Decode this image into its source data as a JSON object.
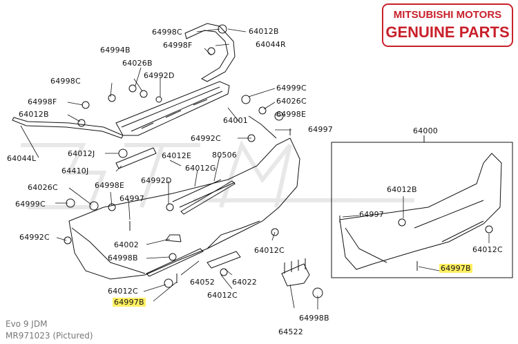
{
  "badge": {
    "line1": "MITSUBISHI MOTORS",
    "line2": "GENUINE PARTS"
  },
  "labels": {
    "l64998C_top": "64998C",
    "l64012B_top": "64012B",
    "l64994B": "64994B",
    "l64998F_top": "64998F",
    "l64044R": "64044R",
    "l64026B": "64026B",
    "l64992D_top": "64992D",
    "l64998C_left": "64998C",
    "l64998F_left": "64998F",
    "l64012B_left": "64012B",
    "l64999C_right": "64999C",
    "l64026C_right": "64026C",
    "l64998E_right": "64998E",
    "l64001": "64001",
    "l64997_right": "64997",
    "l64992C_mid": "64992C",
    "l64044L": "64044L",
    "l64012J": "64012J",
    "l64012E": "64012E",
    "l80506": "80506",
    "l64410J": "64410J",
    "l64012G": "64012G",
    "l64026C_left": "64026C",
    "l64998E_left": "64998E",
    "l64992D_mid": "64992D",
    "l64997_left": "64997",
    "l64999C_left": "64999C",
    "l64992C_left": "64992C",
    "l64002": "64002",
    "l64012C_mid": "64012C",
    "l64998B_left": "64998B",
    "l64012C_low": "64012C",
    "l64052": "64052",
    "l64022": "64022",
    "l64012C_bot": "64012C",
    "l64997B_left": "64997B",
    "l64522": "64522",
    "l64998B_bot": "64998B",
    "l64000": "64000",
    "l64012B_inset": "64012B",
    "l64997_inset": "64997",
    "l64012C_inset": "64012C",
    "l64997B_inset": "64997B"
  },
  "footer": {
    "model": "Evo 9 JDM",
    "part": "MR971023  (Pictured)"
  },
  "colors": {
    "highlight": "#ffef62",
    "brand": "#c8202a",
    "line": "#111111"
  }
}
